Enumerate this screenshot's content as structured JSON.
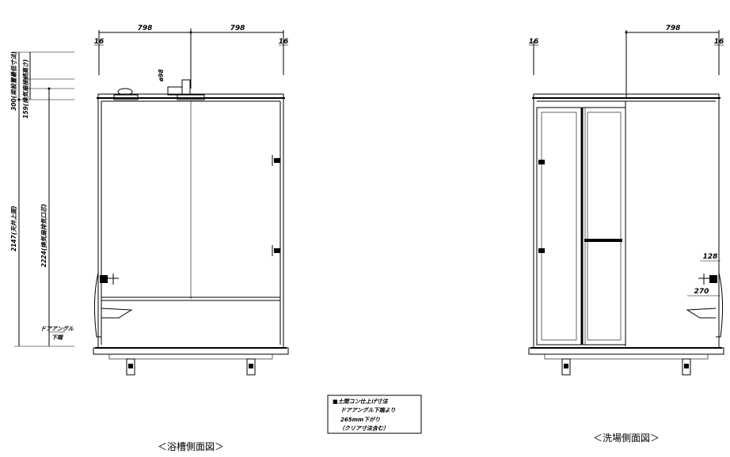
{
  "left_view": {
    "caption": "＜浴槽側面図＞",
    "dim_left": "798",
    "dim_right": "798",
    "offset_left": "16",
    "offset_right": "16",
    "pipe_dia": "ø98",
    "v_dims": {
      "d300": "300(梁設置最低寸法)",
      "d159": "159(換気扇接続高さ)",
      "d2147": "2147(天井上面)",
      "d2224": "2224(換気扇排気口芯)"
    },
    "door_angle_line1": "ドアアングル",
    "door_angle_line2": "下端"
  },
  "right_view": {
    "caption": "＜洗場側面図＞",
    "dim_top": "798",
    "offset_left": "16",
    "offset_right": "16",
    "dim_128": "128",
    "dim_270": "270"
  },
  "note": {
    "line1": "■土間コン仕上げ寸法",
    "line2": "ドアアングル下端より",
    "line3": "265mm下がり",
    "line4": "（クリア寸法含む）"
  }
}
